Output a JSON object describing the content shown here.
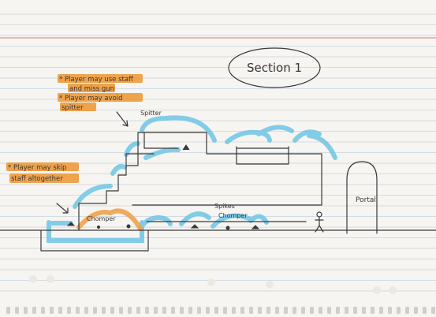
{
  "diagram": {
    "section_label": "Section 1",
    "notes": [
      {
        "line1": "* Player may use staff",
        "line2": "and miss gun"
      },
      {
        "line1": "* Player may avoid",
        "line2": "spitter"
      },
      {
        "line1": "* Player may skip",
        "line2": "staff altogether"
      }
    ],
    "labels": {
      "spitter": "Spitter",
      "chomper_left": "Chomper",
      "spikes": "Spikes",
      "chomper_right": "Chomper",
      "portal": "Portal"
    },
    "colors": {
      "paper": "#f6f5f1",
      "rule_line": "#c9d3de",
      "margin_line": "#d77a8d",
      "pencil": "#3a3838",
      "path_highlight": "#6fc6e6",
      "enemy_highlight": "#f2a14a",
      "note_highlight": "#ee9b3b"
    }
  }
}
